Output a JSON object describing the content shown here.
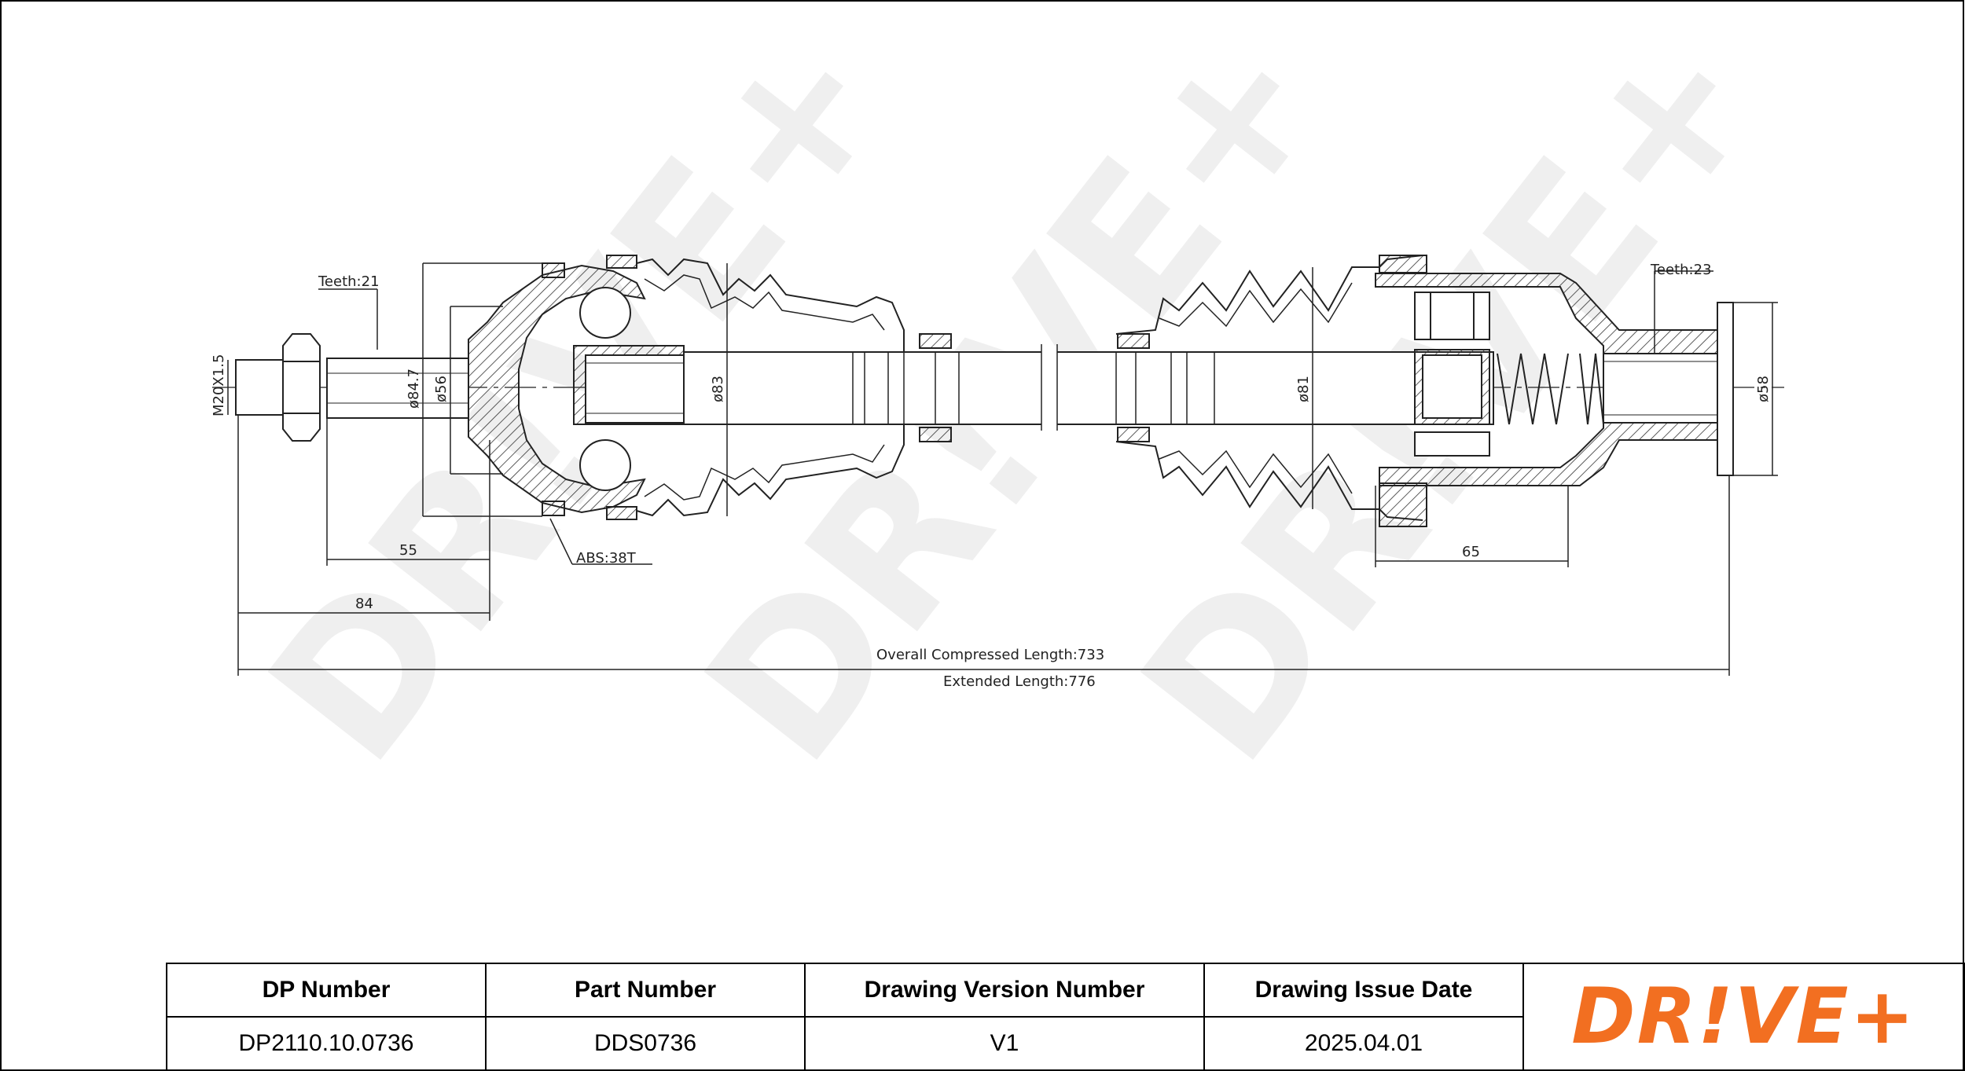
{
  "labels": {
    "left_teeth": "Teeth:21",
    "right_teeth": "Teeth:23",
    "abs": "ABS:38T",
    "thread": "M20X1.5",
    "d_84_7": "ø84.7",
    "d_56": "ø56",
    "d_83": "ø83",
    "d_81": "ø81",
    "d_58": "ø58",
    "len_55": "55",
    "len_84": "84",
    "len_65": "65",
    "compressed": "Overall Compressed Length:733",
    "extended": "Extended Length:776"
  },
  "watermark": "DR!VE+",
  "title_block": {
    "headers": [
      "DP Number",
      "Part Number",
      "Drawing Version Number",
      "Drawing Issue Date"
    ],
    "values": [
      "DP2110.10.0736",
      "DDS0736",
      "V1",
      "2025.04.01"
    ],
    "logo": "DR!VE+"
  },
  "colors": {
    "brand_orange": "#f26f21",
    "line": "#222222",
    "watermark": "#eeeeee"
  }
}
